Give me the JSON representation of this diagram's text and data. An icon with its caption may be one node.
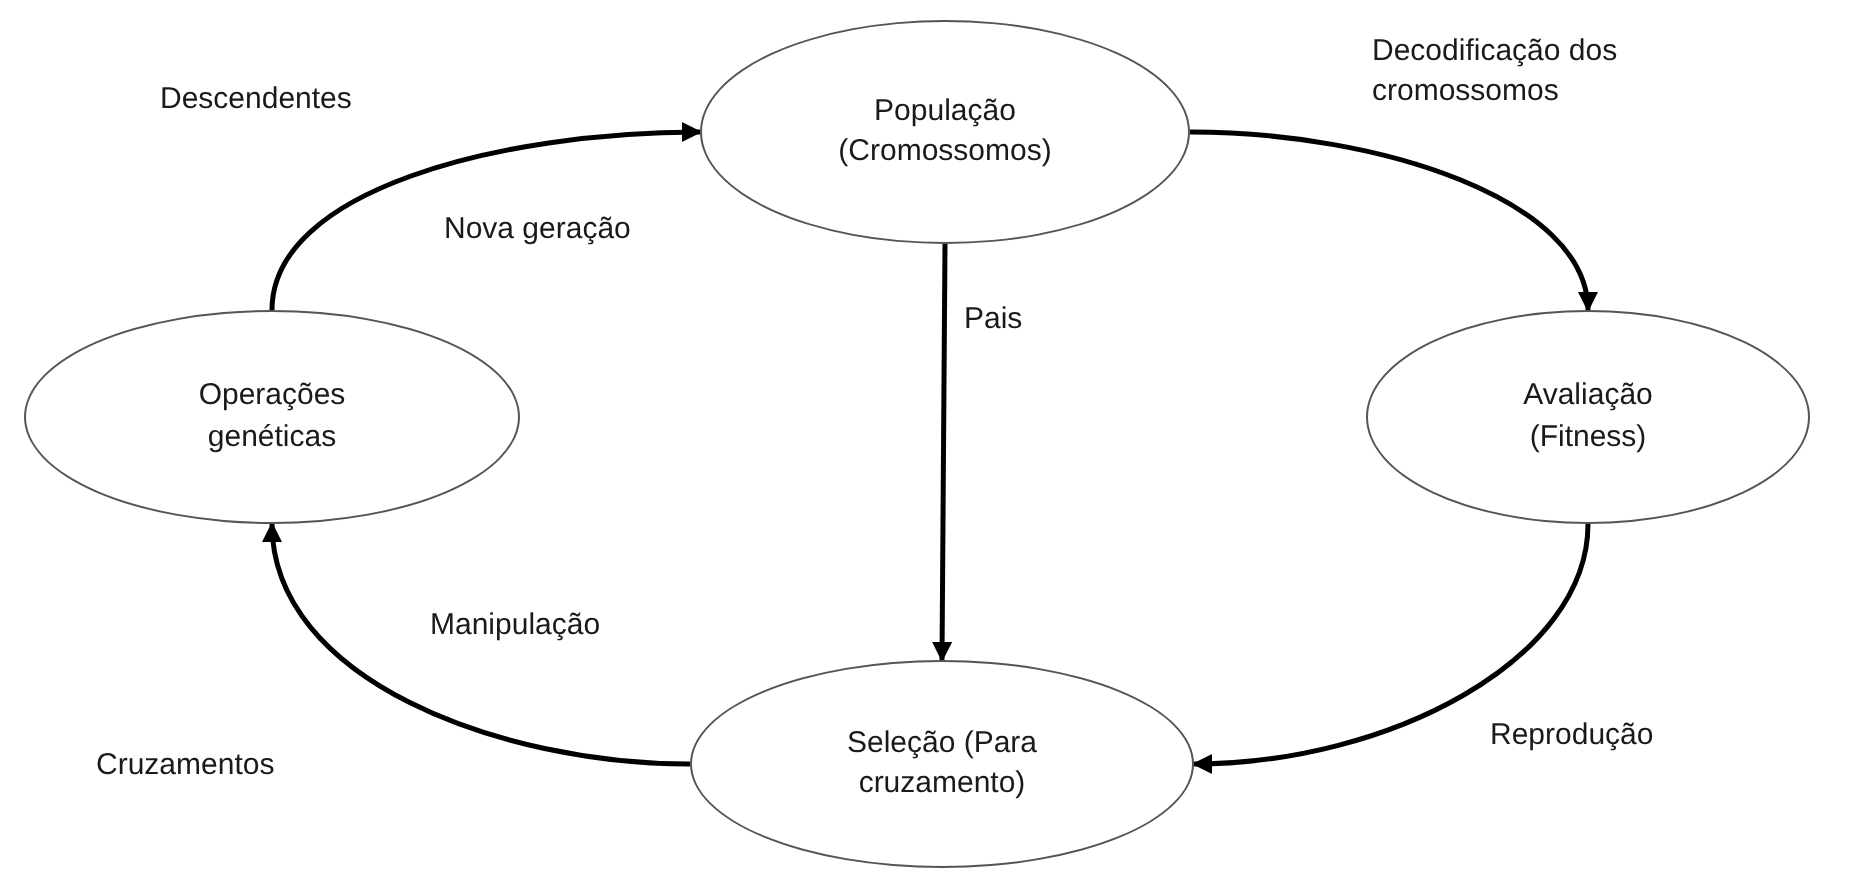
{
  "diagram": {
    "nodes": [
      {
        "text": [
          "População (Cromossomos)"
        ]
      },
      {
        "text": [
          "Avaliação (Fitness)"
        ]
      },
      {
        "text": [
          "Seleção (Para cruzamento)"
        ]
      },
      {
        "text": [
          "Operações genéticas"
        ]
      }
    ],
    "edges": [
      {
        "from": 3,
        "to": 0,
        "arrow": "to",
        "label": "Nova geração"
      },
      {
        "from": 0,
        "to": 1,
        "arrow": "to",
        "label": "Decodificação dos cromossomos"
      },
      {
        "from": 1,
        "to": 2,
        "arrow": "to",
        "label": "Reprodução"
      },
      {
        "from": 2,
        "to": 3,
        "arrow": "to",
        "label": "Manipulação"
      },
      {
        "from": 0,
        "to": 2,
        "arrow": "to",
        "label": "Pais"
      }
    ],
    "labels": [
      "Descendentes",
      "Cruzamentos"
    ]
  }
}
